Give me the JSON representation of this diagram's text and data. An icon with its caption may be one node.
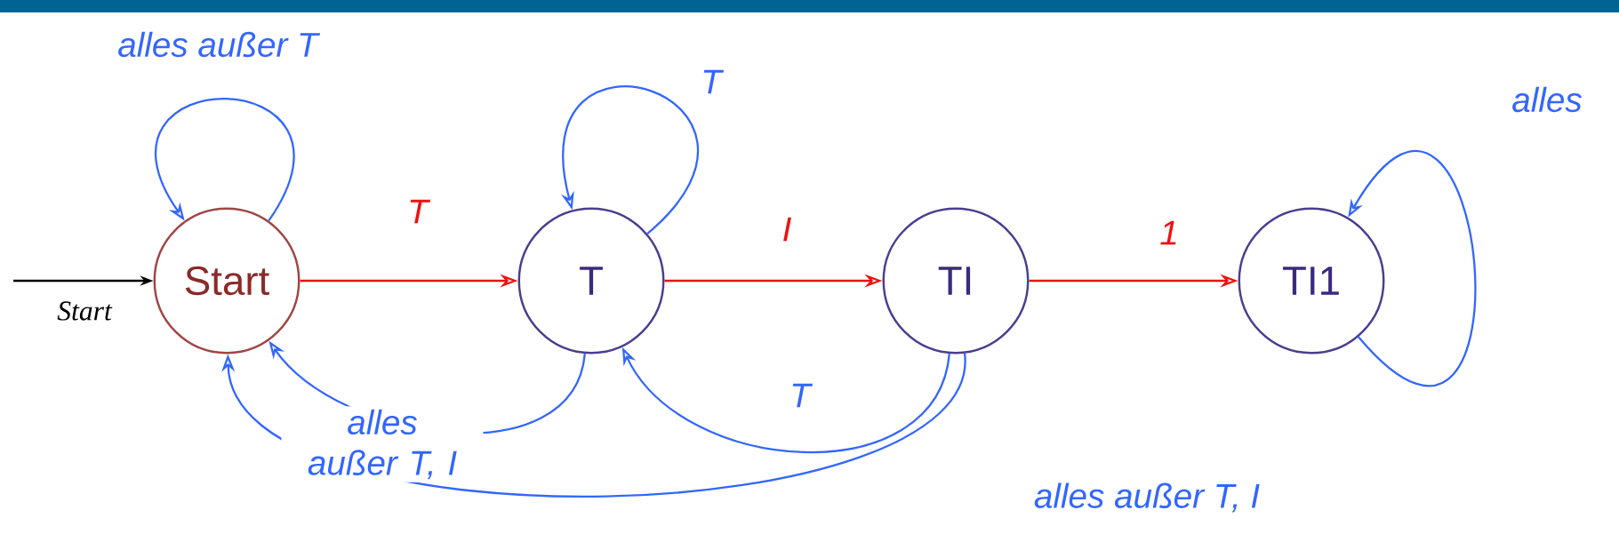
{
  "diagram": {
    "nodes": [
      {
        "text": [
          "Start"
        ]
      },
      {
        "text": [
          "T"
        ]
      },
      {
        "text": [
          "TI"
        ]
      },
      {
        "text": [
          "TI1"
        ]
      }
    ],
    "edges": [
      {
        "from": null,
        "to": 0,
        "arrow": "to",
        "label": "Start",
        "color": "#000000"
      },
      {
        "from": 0,
        "to": 0,
        "arrow": "to",
        "label": "alles außer T"
      },
      {
        "from": 0,
        "to": 1,
        "arrow": "to",
        "label": "T",
        "color": "#ee1111"
      },
      {
        "from": 1,
        "to": 1,
        "arrow": "to",
        "label": "T"
      },
      {
        "from": 1,
        "to": 2,
        "arrow": "to",
        "label": "I",
        "color": "#ee1111"
      },
      {
        "from": 2,
        "to": 3,
        "arrow": "to",
        "label": "1",
        "color": "#ee1111"
      },
      {
        "from": 3,
        "to": 3,
        "arrow": "to",
        "label": "alles"
      },
      {
        "from": 2,
        "to": 1,
        "arrow": "to",
        "label": "T"
      },
      {
        "from": 1,
        "to": 0,
        "arrow": "to",
        "label": "alles außer T, I"
      },
      {
        "from": 2,
        "to": 0,
        "arrow": "to",
        "label": "alles außer T, I"
      }
    ]
  }
}
